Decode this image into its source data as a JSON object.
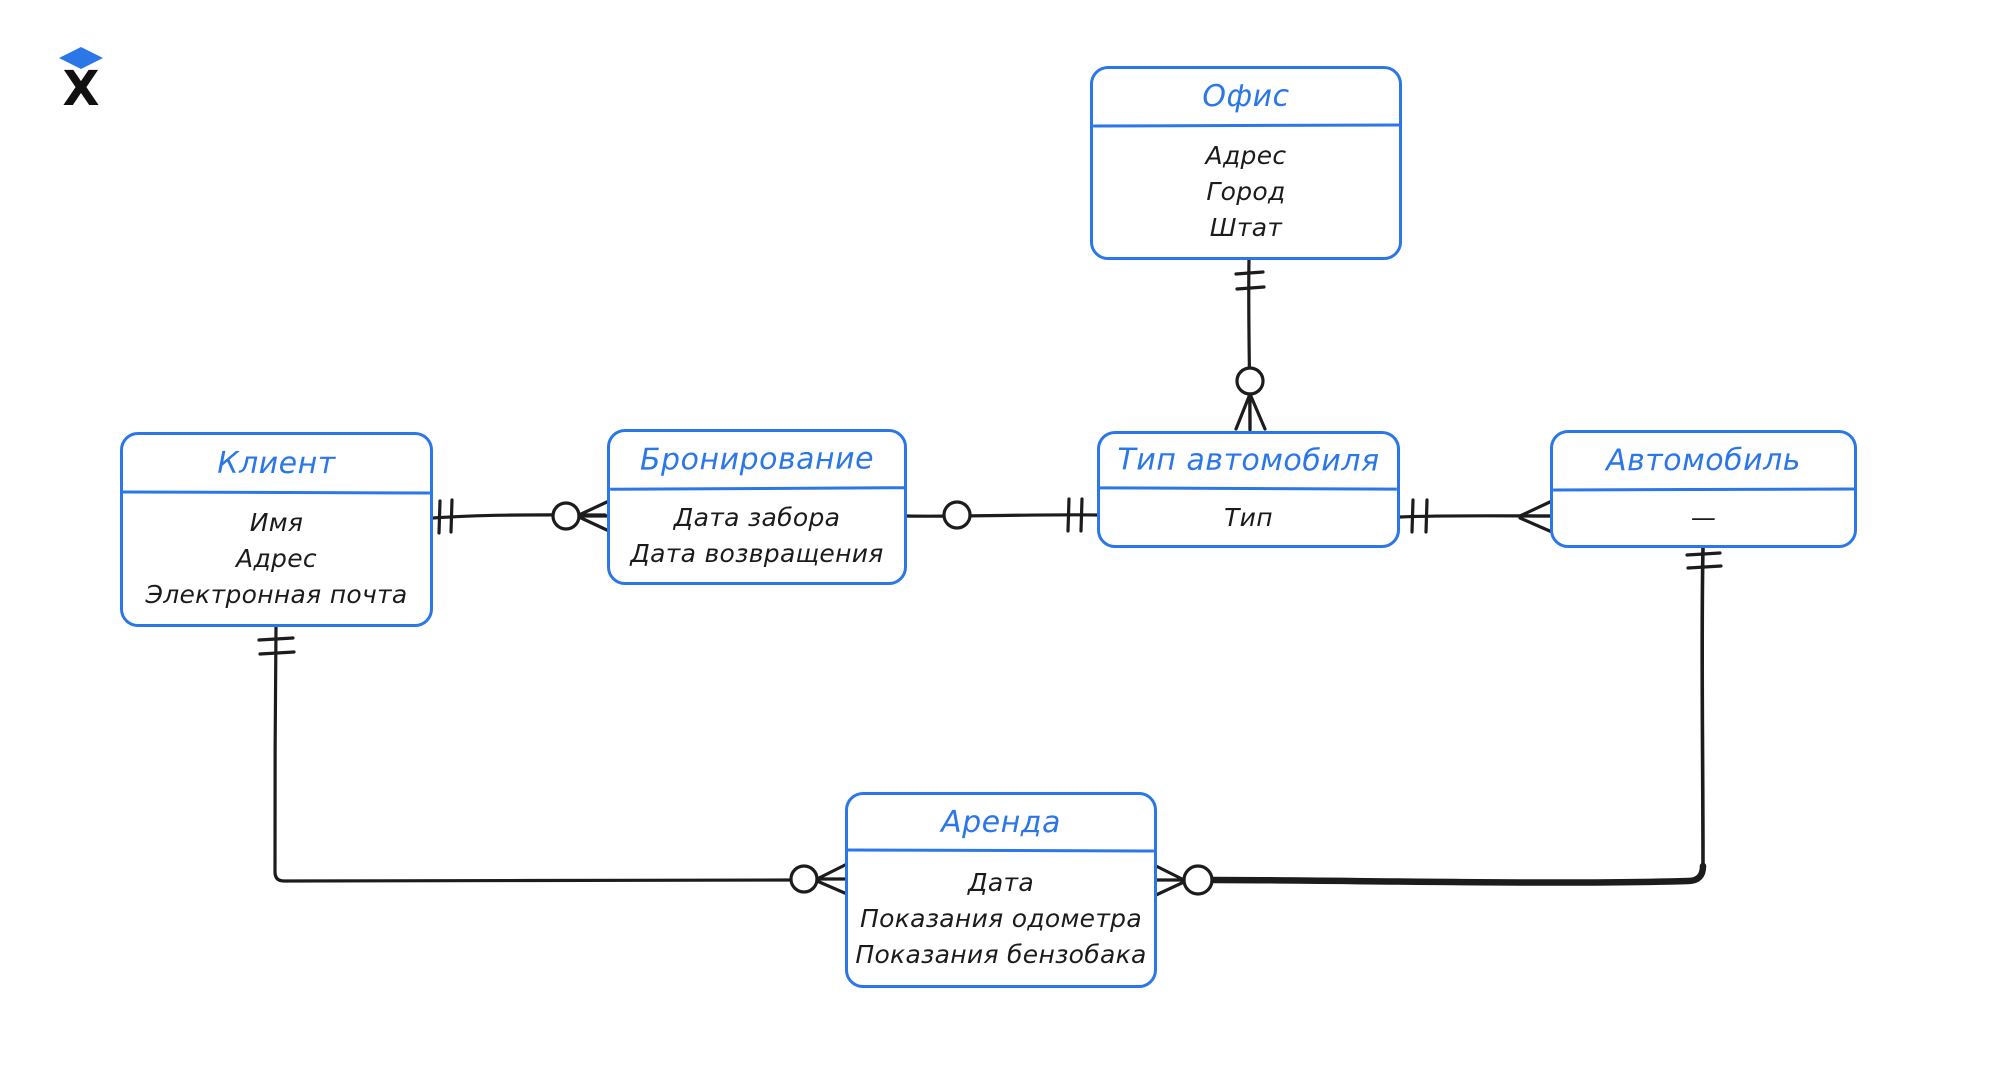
{
  "logo": {
    "letter": "X"
  },
  "colors": {
    "accent": "#2b77e8",
    "ink": "#1b1b1b",
    "background": "#ffffff"
  },
  "diagram": {
    "entities": [
      {
        "id": "office",
        "title": "Офис",
        "attributes": [
          "Адрес",
          "Город",
          "Штат"
        ]
      },
      {
        "id": "client",
        "title": "Клиент",
        "attributes": [
          "Имя",
          "Адрес",
          "Электронная почта"
        ]
      },
      {
        "id": "booking",
        "title": "Бронирование",
        "attributes": [
          "Дата забора",
          "Дата возвращения"
        ]
      },
      {
        "id": "car-type",
        "title": "Тип автомобиля",
        "attributes": [
          "Тип"
        ]
      },
      {
        "id": "car",
        "title": "Автомобиль",
        "attributes": [
          "—"
        ]
      },
      {
        "id": "rental",
        "title": "Аренда",
        "attributes": [
          "Дата",
          "Показания одометра",
          "Показания бензобака"
        ]
      }
    ],
    "relationships": [
      {
        "from": "Офис",
        "to": "Тип автомобиля",
        "from_marker": "one-and-only-one",
        "to_marker": "zero-or-many"
      },
      {
        "from": "Клиент",
        "to": "Бронирование",
        "from_marker": "one-and-only-one",
        "to_marker": "zero-or-many"
      },
      {
        "from": "Бронирование",
        "to": "Тип автомобиля",
        "from_marker": "zero",
        "to_marker": "one-and-only-one"
      },
      {
        "from": "Тип автомобиля",
        "to": "Автомобиль",
        "from_marker": "one-and-only-one",
        "to_marker": "many"
      },
      {
        "from": "Клиент",
        "to": "Аренда",
        "from_marker": "one-and-only-one",
        "to_marker": "zero-or-many"
      },
      {
        "from": "Автомобиль",
        "to": "Аренда",
        "from_marker": "one-and-only-one",
        "to_marker": "zero-or-many"
      }
    ]
  }
}
